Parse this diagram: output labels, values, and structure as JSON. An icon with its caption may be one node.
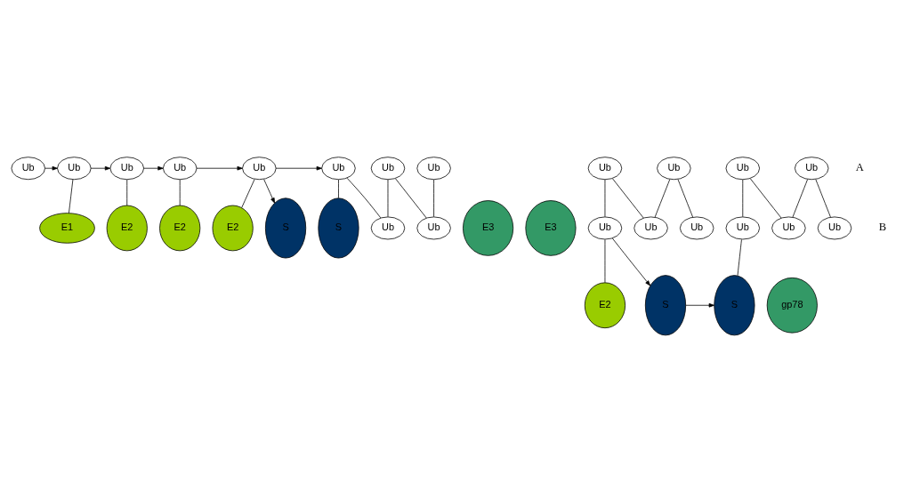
{
  "diagram": {
    "nodes": [
      {
        "text": [
          "Ub"
        ]
      },
      {
        "text": [
          "Ub"
        ]
      },
      {
        "text": [
          "E1"
        ]
      },
      {
        "text": [
          "Ub"
        ]
      },
      {
        "text": [
          "E2"
        ]
      },
      {
        "text": [
          "Ub"
        ]
      },
      {
        "text": [
          "E2"
        ]
      },
      {
        "text": [
          "E3"
        ]
      },
      {
        "text": [
          "Ub"
        ]
      },
      {
        "text": [
          "E2"
        ]
      },
      {
        "text": [
          "E3"
        ]
      },
      {
        "text": [
          "S"
        ]
      },
      {
        "text": [
          "Ub"
        ]
      },
      {
        "text": [
          "Ub"
        ]
      },
      {
        "text": [
          "Ub"
        ]
      },
      {
        "text": [
          "Ub"
        ]
      },
      {
        "text": [
          "Ub"
        ]
      },
      {
        "text": [
          "S"
        ]
      },
      {
        "text": [
          "Ub"
        ]
      },
      {
        "text": [
          "Ub"
        ]
      },
      {
        "text": [
          "Ub"
        ]
      },
      {
        "text": [
          "Ub"
        ]
      },
      {
        "text": [
          "Ub"
        ]
      },
      {
        "text": [
          "E2"
        ]
      },
      {
        "text": [
          "gp78"
        ]
      },
      {
        "text": [
          "S"
        ]
      },
      {
        "text": [
          "Ub"
        ]
      },
      {
        "text": [
          "Ub"
        ]
      },
      {
        "text": [
          "Ub"
        ]
      },
      {
        "text": [
          "Ub"
        ]
      },
      {
        "text": [
          "Ub"
        ]
      },
      {
        "text": [
          "S"
        ]
      }
    ],
    "edges": [
      {
        "from": 0,
        "to": 1,
        "arrow": "to"
      },
      {
        "from": 1,
        "to": 2,
        "arrow": "none"
      },
      {
        "from": 1,
        "to": 3,
        "arrow": "to"
      },
      {
        "from": 3,
        "to": 4,
        "arrow": "none"
      },
      {
        "from": 3,
        "to": 5,
        "arrow": "to"
      },
      {
        "from": 5,
        "to": 6,
        "arrow": "none"
      },
      {
        "from": 5,
        "to": 8,
        "arrow": "to"
      },
      {
        "from": 8,
        "to": 9,
        "arrow": "none"
      },
      {
        "from": 8,
        "to": 11,
        "arrow": "to"
      },
      {
        "from": 8,
        "to": 12,
        "arrow": "to"
      },
      {
        "from": 12,
        "to": 17,
        "arrow": "none"
      },
      {
        "from": 12,
        "to": 13,
        "arrow": "none"
      },
      {
        "from": 13,
        "to": 14,
        "arrow": "none"
      },
      {
        "from": 14,
        "to": 15,
        "arrow": "none"
      },
      {
        "from": 15,
        "to": 16,
        "arrow": "none"
      },
      {
        "from": 20,
        "to": 18,
        "arrow": "none"
      },
      {
        "from": 18,
        "to": 21,
        "arrow": "none"
      },
      {
        "from": 21,
        "to": 19,
        "arrow": "none"
      },
      {
        "from": 19,
        "to": 22,
        "arrow": "none"
      },
      {
        "from": 20,
        "to": 23,
        "arrow": "none"
      },
      {
        "from": 20,
        "to": 25,
        "arrow": "to"
      },
      {
        "from": 25,
        "to": 31,
        "arrow": "to"
      },
      {
        "from": 26,
        "to": 31,
        "arrow": "none"
      },
      {
        "from": 26,
        "to": 27,
        "arrow": "none"
      },
      {
        "from": 27,
        "to": 28,
        "arrow": "none"
      },
      {
        "from": 28,
        "to": 29,
        "arrow": "none"
      },
      {
        "from": 29,
        "to": 30,
        "arrow": "none"
      }
    ],
    "labels": [
      "A",
      "B"
    ]
  }
}
